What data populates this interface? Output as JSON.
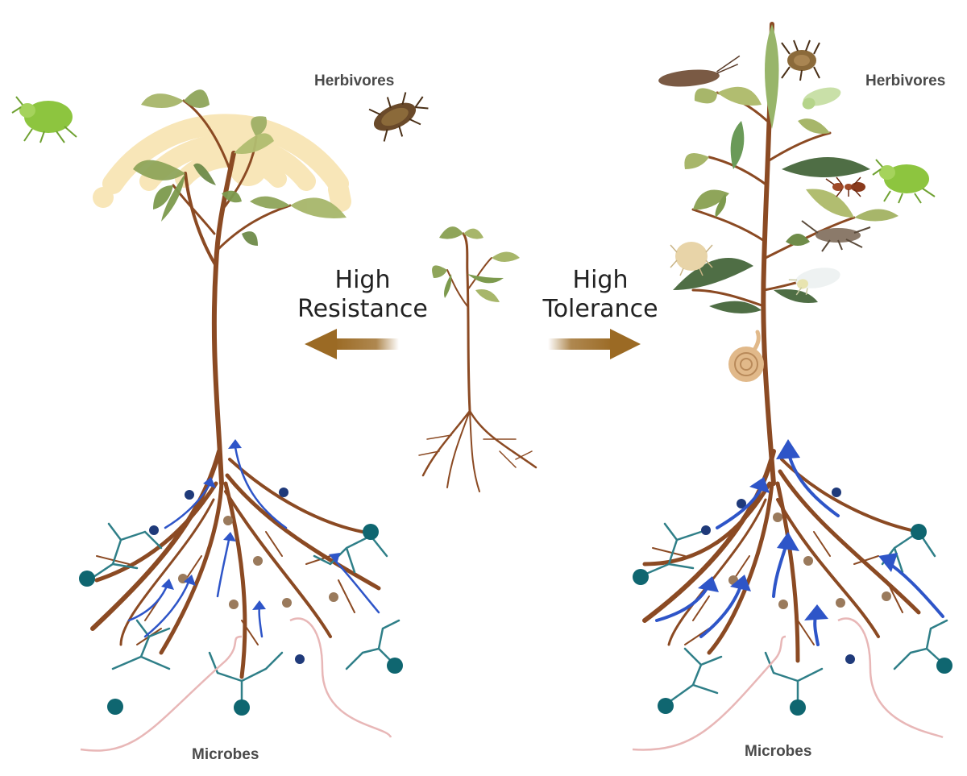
{
  "labels": {
    "herbivores_left": "Herbivores",
    "herbivores_right": "Herbivores",
    "microbes_left": "Microbes",
    "microbes_right": "Microbes",
    "resistance_line1": "High",
    "resistance_line2": "Resistance",
    "tolerance_line1": "High",
    "tolerance_line2": "Tolerance"
  },
  "colors": {
    "stem": "#8b4a23",
    "leaf_light": "#a7b66a",
    "leaf_mid": "#7d9a4e",
    "leaf_dark": "#4f6e45",
    "signal_rings": "#f8e6b8",
    "arrow_brown": "#9b6a24",
    "flow_arrow": "#2e55c8",
    "hyphae": "#2f7f88",
    "spore": "#0f6670",
    "microbe_dot": "#1f3a7a",
    "nutrient": "#9a7a5c",
    "pink_root": "#e8b7b7"
  },
  "icons": [
    "aphid-icon",
    "stink-bug-icon",
    "moth-icon",
    "whitefly-icon",
    "mite-icon",
    "cricket-icon",
    "ant-icon",
    "snail-icon",
    "tick-icon"
  ]
}
